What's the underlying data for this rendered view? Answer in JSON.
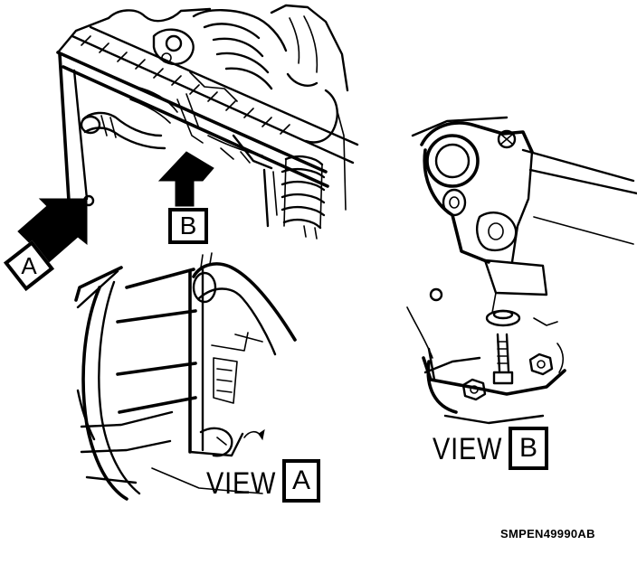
{
  "callouts": {
    "arrow_a_letter": "A",
    "arrow_b_letter": "B"
  },
  "views": {
    "view_a": {
      "word": "VIEW",
      "letter": "A"
    },
    "view_b": {
      "word": "VIEW",
      "letter": "B"
    }
  },
  "figure_code": "SMPEN49990AB",
  "colors": {
    "ink": "#000000",
    "paper": "#ffffff"
  }
}
